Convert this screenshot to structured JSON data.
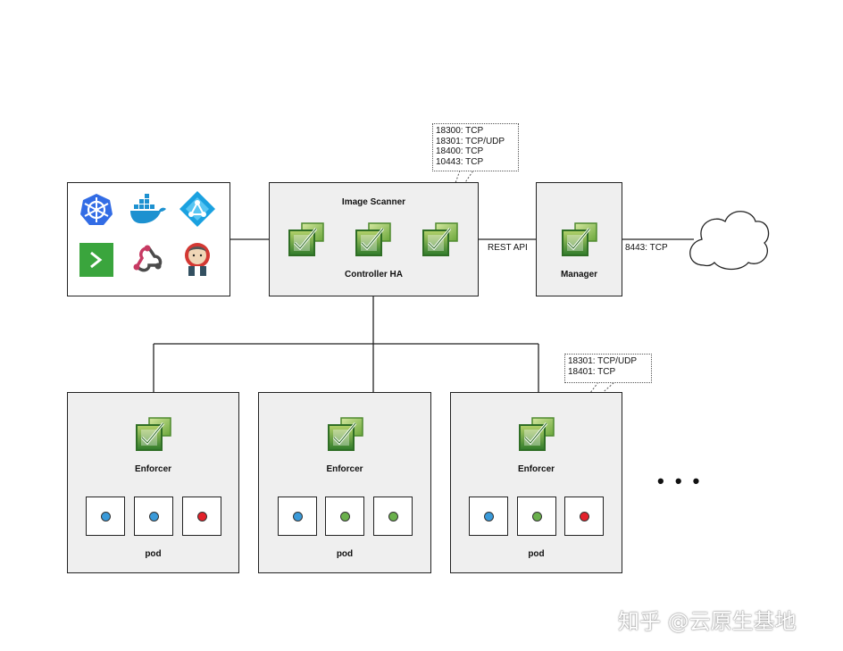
{
  "controller": {
    "top_label": "Image Scanner",
    "bottom_label": "Controller HA"
  },
  "controller_ports": [
    "18300: TCP",
    "18301: TCP/UDP",
    "18400: TCP",
    "10443: TCP"
  ],
  "link_rest_api": "REST API",
  "manager": {
    "label": "Manager"
  },
  "link_manager_external": "8443: TCP",
  "enforcer_ports": [
    "18301: TCP/UDP",
    "18401: TCP"
  ],
  "nodes": [
    {
      "enforcer_label": "Enforcer",
      "pod_label": "pod",
      "pods": [
        "#3a9ad9",
        "#3a9ad9",
        "#e3202a"
      ]
    },
    {
      "enforcer_label": "Enforcer",
      "pod_label": "pod",
      "pods": [
        "#3a9ad9",
        "#6ab04c",
        "#6ab04c"
      ]
    },
    {
      "enforcer_label": "Enforcer",
      "pod_label": "pod",
      "pods": [
        "#3a9ad9",
        "#6ab04c",
        "#e3202a"
      ]
    }
  ],
  "ellipsis": "• • •",
  "platform_icons": [
    "kubernetes-icon",
    "docker-icon",
    "azure-ad-icon",
    "terminal-icon",
    "webhook-icon",
    "jenkins-icon"
  ],
  "watermark": "知乎 @云原生基地"
}
